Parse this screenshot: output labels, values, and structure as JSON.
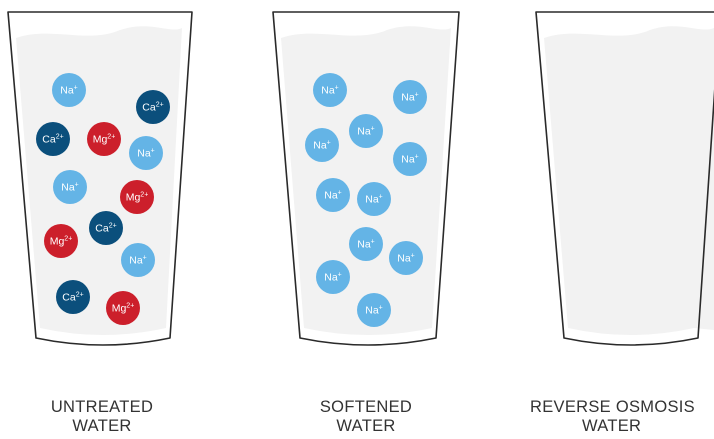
{
  "colors": {
    "na": "#64b4e6",
    "ca": "#0b4f7c",
    "mg": "#cc1f2b",
    "water": "#f2f2f2",
    "glass_outline": "#2a2a2a",
    "caption": "#333333"
  },
  "ion_labels": {
    "na": {
      "base": "Na",
      "charge": "+"
    },
    "ca": {
      "base": "Ca",
      "charge": "2+"
    },
    "mg": {
      "base": "Mg",
      "charge": "2+"
    }
  },
  "glasses": [
    {
      "id": "untreated",
      "caption_line1": "UNTREATED",
      "caption_line2": "WATER",
      "ions": [
        "na",
        "ca",
        "ca",
        "mg",
        "na",
        "na",
        "mg",
        "mg",
        "ca",
        "na",
        "ca",
        "mg"
      ]
    },
    {
      "id": "softened",
      "caption_line1": "SOFTENED",
      "caption_line2": "WATER",
      "ions": [
        "na",
        "na",
        "na",
        "na",
        "na",
        "na",
        "na",
        "na",
        "na",
        "na",
        "na"
      ]
    },
    {
      "id": "reverse-osmosis",
      "caption_line1": "REVERSE OSMOSIS",
      "caption_line2": "WATER",
      "ions": []
    }
  ]
}
